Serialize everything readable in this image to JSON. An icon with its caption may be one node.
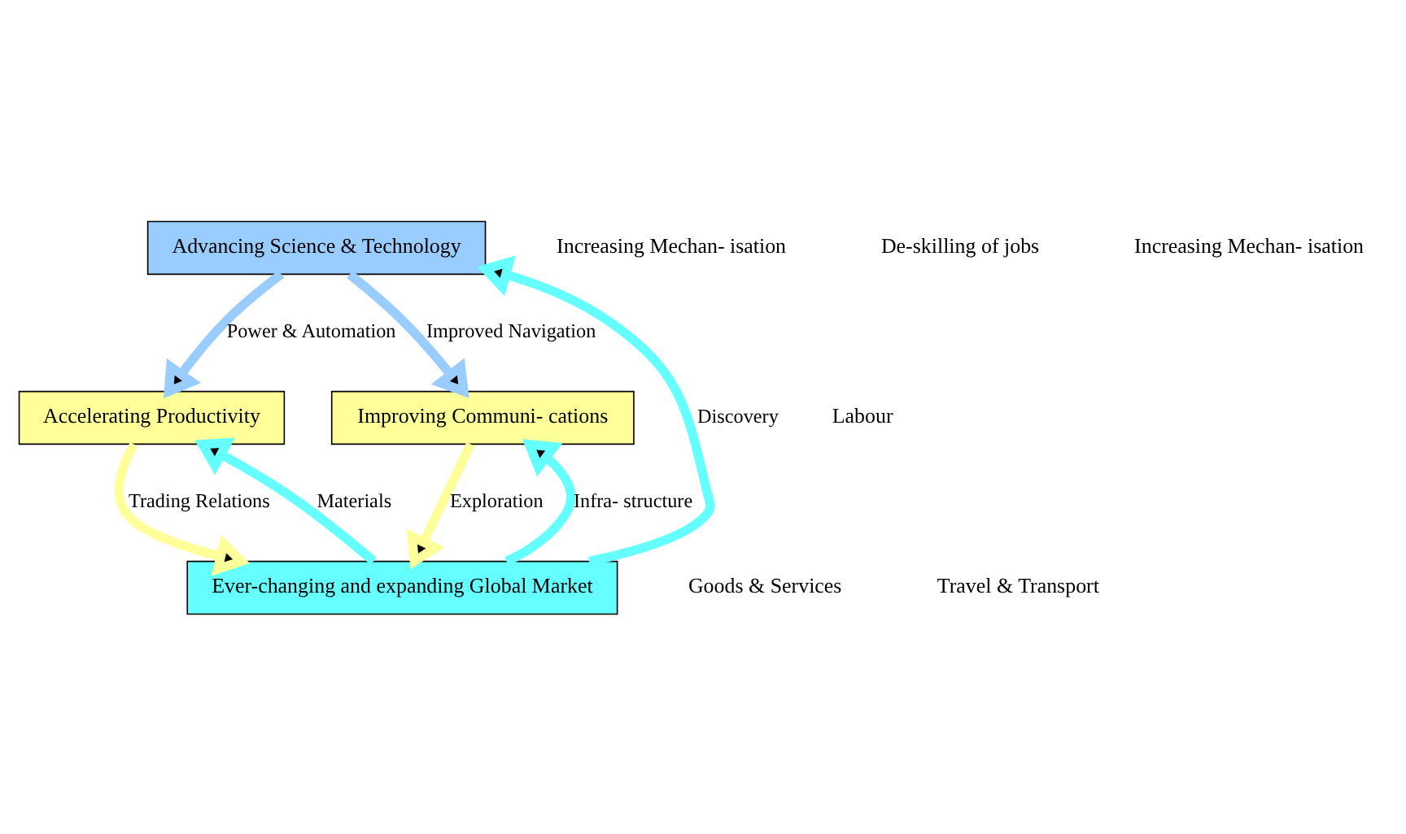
{
  "diagram": {
    "nodes": [
      {
        "text": [
          "Advancing Science & Technology"
        ]
      },
      {
        "text": [
          "Accelerating Productivity"
        ]
      },
      {
        "text": [
          "Improving Communi- cations"
        ]
      },
      {
        "text": [
          "Ever-changing and expanding Global Market"
        ]
      }
    ],
    "edges": [
      {
        "from": 0,
        "to": 1,
        "arrow": "to",
        "label": "Power & Automation",
        "color": "#99ccff"
      },
      {
        "from": 0,
        "to": 2,
        "arrow": "to",
        "label": "Improved Navigation",
        "color": "#99ccff"
      },
      {
        "from": 3,
        "to": 0,
        "arrow": "to",
        "label": "Discovery"
      },
      {
        "from": 3,
        "to": 1,
        "arrow": "to",
        "label": "Materials"
      },
      {
        "from": 3,
        "to": 2,
        "arrow": "to",
        "label": "Infra- structure"
      },
      {
        "from": 1,
        "to": 3,
        "arrow": "to",
        "label": "Trading Relations",
        "color": "#ffff99"
      },
      {
        "from": 2,
        "to": 3,
        "arrow": "to",
        "label": "Exploration",
        "color": "#ffff99"
      }
    ],
    "labels": [
      "Increasing Mechan- isation",
      "De-skilling of jobs",
      "Increasing Mechan- isation",
      "Labour",
      "Goods & Services",
      "Travel & Transport"
    ]
  }
}
